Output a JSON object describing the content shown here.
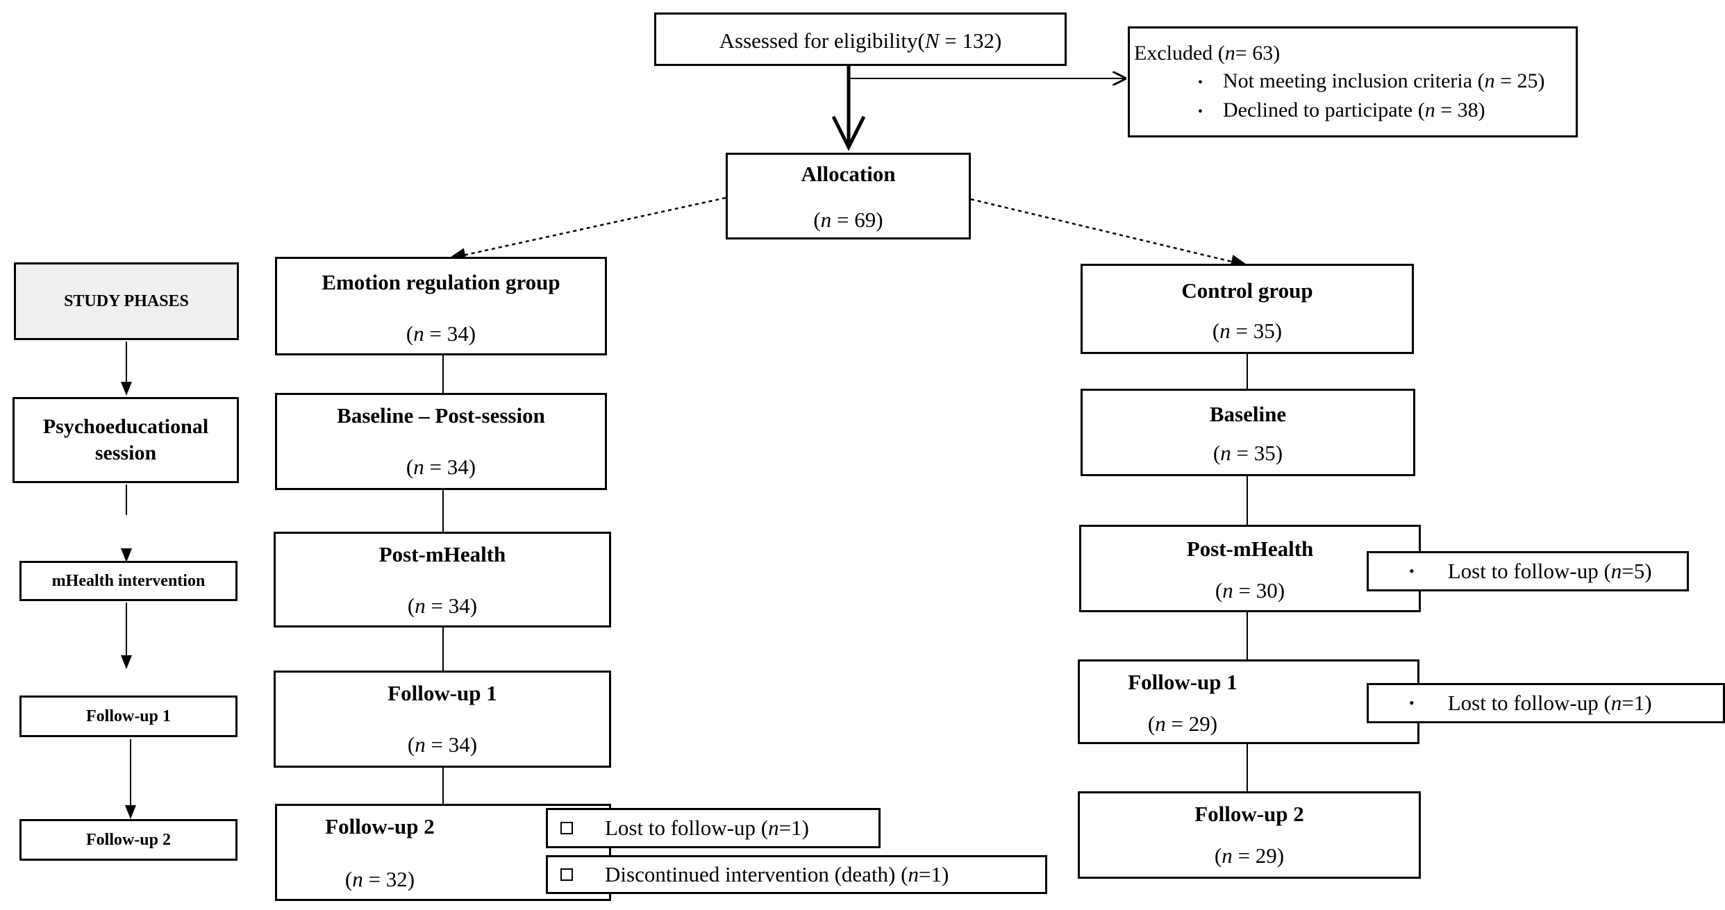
{
  "eligibility": {
    "label": "Assessed for eligibility",
    "n_label": "N",
    "n_value": "132"
  },
  "excluded": {
    "heading_label": "Excluded",
    "heading_n": "63",
    "items": [
      {
        "label": "Not meeting inclusion criteria",
        "n": "25"
      },
      {
        "label": "Declined to participate",
        "n": "38"
      }
    ]
  },
  "allocation": {
    "title": "Allocation",
    "n": "69"
  },
  "phases": {
    "header": "STUDY PHASES",
    "items": [
      "Psychoeducational session",
      "mHealth intervention",
      "Follow-up 1",
      "Follow-up 2"
    ]
  },
  "emotion_group": {
    "stages": [
      {
        "title": "Emotion regulation group",
        "n": "34"
      },
      {
        "title": "Baseline – Post-session",
        "n": "34"
      },
      {
        "title": "Post-mHealth",
        "n": "34"
      },
      {
        "title": "Follow-up 1",
        "n": "34"
      },
      {
        "title": "Follow-up 2",
        "n": "32"
      }
    ],
    "dropouts": [
      {
        "label": "Lost to follow-up",
        "n": "1"
      },
      {
        "label": "Discontinued intervention (death)",
        "n": "1"
      }
    ]
  },
  "control_group": {
    "stages": [
      {
        "title": "Control group",
        "n": "35"
      },
      {
        "title": "Baseline",
        "n": "35"
      },
      {
        "title": "Post-mHealth",
        "n": "30"
      },
      {
        "title": "Follow-up 1",
        "n": "29"
      },
      {
        "title": "Follow-up 2",
        "n": "29"
      }
    ],
    "dropouts": [
      {
        "label": "Lost to follow-up",
        "n": "5"
      },
      {
        "label": "Lost to follow-up",
        "n": "1"
      }
    ]
  }
}
